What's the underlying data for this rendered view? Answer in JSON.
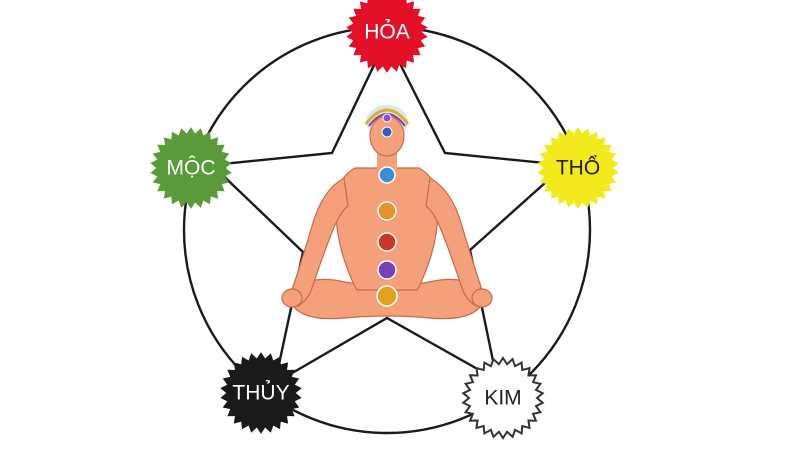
{
  "elements": {
    "fire": {
      "label": "HỎA",
      "fill": "#e4102a",
      "text_color": "#ffffff"
    },
    "earth": {
      "label": "THỔ",
      "fill": "#f2ea1c",
      "text_color": "#222222"
    },
    "metal": {
      "label": "KIM",
      "fill": "#ffffff",
      "text_color": "#222222"
    },
    "water": {
      "label": "THỦY",
      "fill": "#1a1a1a",
      "text_color": "#ffffff"
    },
    "wood": {
      "label": "MỘC",
      "fill": "#5a9a3a",
      "text_color": "#ffffff"
    }
  },
  "figure": {
    "name": "meditating-figure",
    "skin_color": "#f4a07a",
    "chakras": [
      {
        "name": "crown",
        "color": "#8a4fc0"
      },
      {
        "name": "third-eye",
        "color": "#3b5bb8"
      },
      {
        "name": "throat",
        "color": "#3a8fd0"
      },
      {
        "name": "heart",
        "color": "#e6912a"
      },
      {
        "name": "solar-plexus",
        "color": "#c8372a"
      },
      {
        "name": "sacral",
        "color": "#7a3fb0"
      },
      {
        "name": "root",
        "color": "#e0a020"
      }
    ]
  },
  "colors": {
    "line": "#1a1a1a"
  }
}
